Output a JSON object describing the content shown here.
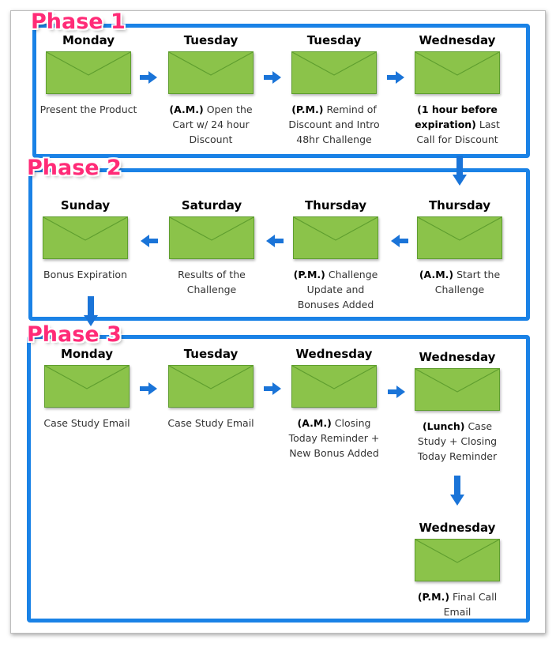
{
  "colors": {
    "accent_blue": "#1a82e6",
    "phase_pink": "#ff2b77",
    "envelope_green": "#8bc34a",
    "envelope_stroke": "#5f9e2f"
  },
  "icons": {
    "envelope": "envelope-icon",
    "arrow": "arrow-icon"
  },
  "phases": [
    {
      "label": "Phase 1",
      "emails": [
        {
          "day": "Monday",
          "bold": "",
          "text": "Present the Product"
        },
        {
          "day": "Tuesday",
          "bold": "(A.M.)",
          "text": "Open the Cart w/ 24 hour Discount"
        },
        {
          "day": "Tuesday",
          "bold": "(P.M.)",
          "text": "Remind of Discount and Intro 48hr Challenge"
        },
        {
          "day": "Wednesday",
          "bold": "(1 hour before expiration)",
          "text": "Last Call for Discount"
        }
      ]
    },
    {
      "label": "Phase 2",
      "emails": [
        {
          "day": "Sunday",
          "bold": "",
          "text": "Bonus Expiration"
        },
        {
          "day": "Saturday",
          "bold": "",
          "text": "Results of the Challenge"
        },
        {
          "day": "Thursday",
          "bold": "(P.M.)",
          "text": "Challenge Update and Bonuses Added"
        },
        {
          "day": "Thursday",
          "bold": "(A.M.)",
          "text": "Start the Challenge"
        }
      ]
    },
    {
      "label": "Phase 3",
      "emails": [
        {
          "day": "Monday",
          "bold": "",
          "text": "Case Study Email"
        },
        {
          "day": "Tuesday",
          "bold": "",
          "text": "Case Study Email"
        },
        {
          "day": "Wednesday",
          "bold": "(A.M.)",
          "text": "Closing Today Reminder + New Bonus Added"
        },
        {
          "day": "Wednesday",
          "bold": "(Lunch)",
          "text": "Case Study + Closing Today Reminder"
        },
        {
          "day": "Wednesday",
          "bold": "(P.M.)",
          "text": "Final Call Email"
        }
      ]
    }
  ]
}
